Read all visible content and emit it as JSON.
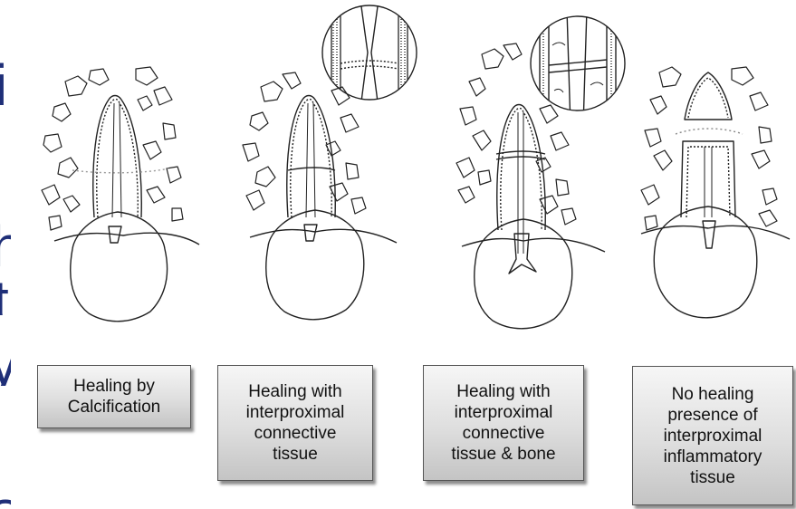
{
  "background_fragments": [
    "i",
    "h",
    "t",
    "y",
    "s"
  ],
  "panels": [
    {
      "id": "calcification",
      "caption": "Healing by\nCalcification"
    },
    {
      "id": "connective",
      "caption": "Healing with\ninterproximal\nconnective\ntissue"
    },
    {
      "id": "connective-bone",
      "caption": "Healing with\ninterproximal\nconnective\ntissue & bone"
    },
    {
      "id": "no-healing",
      "caption": "No healing\npresence of\ninterproximal\ninflammatory\ntissue"
    }
  ],
  "colors": {
    "line": "#222222",
    "fragment_text": "#1f2f78",
    "label_bg": "#dcdcdc"
  }
}
